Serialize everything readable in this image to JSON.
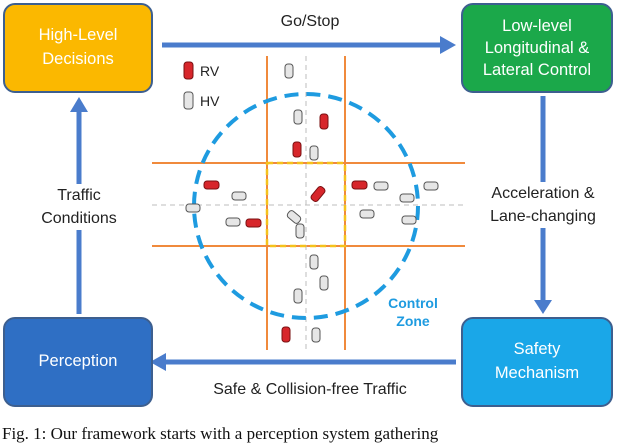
{
  "boxes": {
    "high_level": {
      "lines": [
        "High-Level",
        "Decisions"
      ],
      "color": "#fbb800"
    },
    "low_level": {
      "lines": [
        "Low-level",
        "Longitudinal &",
        "Lateral Control"
      ],
      "color": "#1ba84a"
    },
    "perception": {
      "lines": [
        "Perception"
      ],
      "color": "#2f6fc4"
    },
    "safety": {
      "lines": [
        "Safety",
        "Mechanism"
      ],
      "color": "#1aa7e8"
    }
  },
  "edges": {
    "top": "Go/Stop",
    "right": [
      "Acceleration &",
      "Lane-changing"
    ],
    "bottom": "Safe & Collision-free Traffic",
    "left": [
      "Traffic",
      "Conditions"
    ]
  },
  "legend": {
    "rv": "RV",
    "hv": "HV"
  },
  "control_zone": [
    "Control",
    "Zone"
  ],
  "caption": "Fig. 1: Our framework starts with a perception system gathering",
  "colors": {
    "arrow": "#4a7ccc",
    "road": "#f08a3c",
    "intersection": "#f5c21c",
    "zone": "#1e9be0",
    "rv_car": "#d7262b",
    "hv_car": "#e6e6e6"
  }
}
